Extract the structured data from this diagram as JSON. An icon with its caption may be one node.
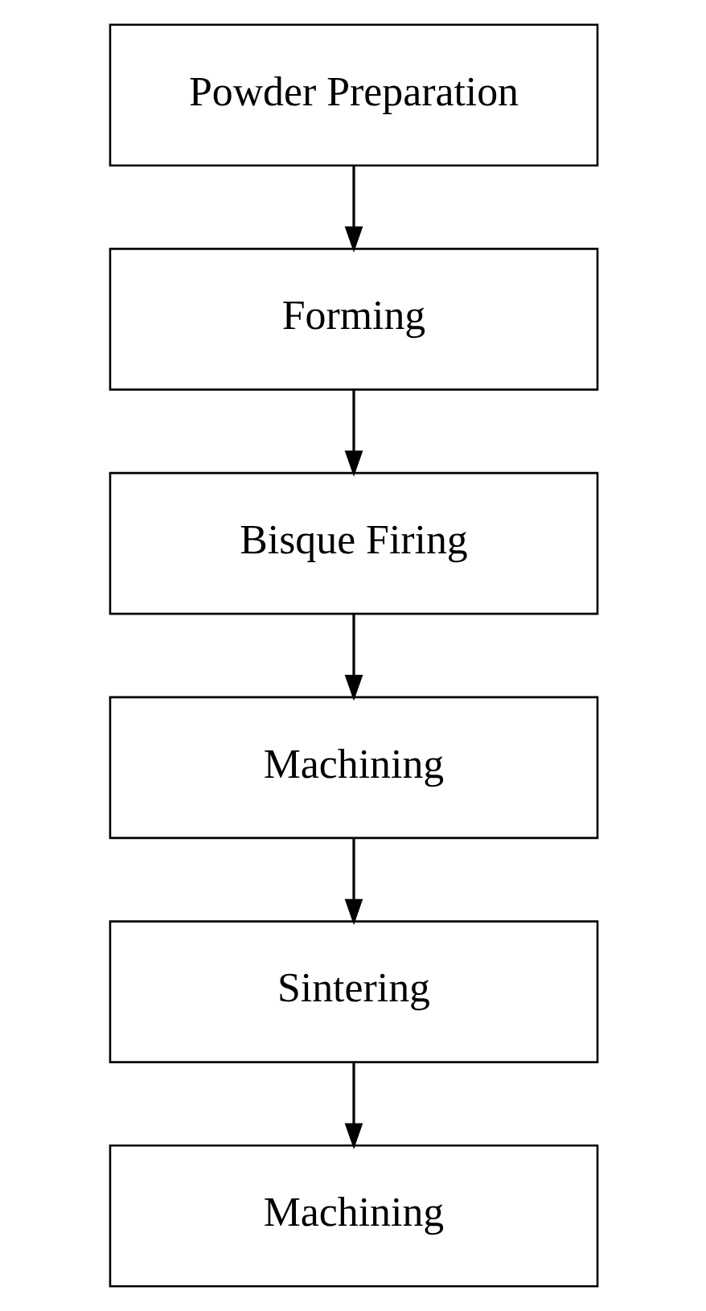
{
  "diagram": {
    "nodes": [
      {
        "text": [
          "Powder Preparation"
        ]
      },
      {
        "text": [
          "Forming"
        ]
      },
      {
        "text": [
          "Bisque Firing"
        ]
      },
      {
        "text": [
          "Machining"
        ]
      },
      {
        "text": [
          "Sintering"
        ]
      },
      {
        "text": [
          "Machining"
        ]
      }
    ],
    "edges": [
      {
        "from": 0,
        "to": 1,
        "arrow": "to"
      },
      {
        "from": 1,
        "to": 2,
        "arrow": "to"
      },
      {
        "from": 2,
        "to": 3,
        "arrow": "to"
      },
      {
        "from": 3,
        "to": 4,
        "arrow": "to"
      },
      {
        "from": 4,
        "to": 5,
        "arrow": "to"
      }
    ]
  }
}
